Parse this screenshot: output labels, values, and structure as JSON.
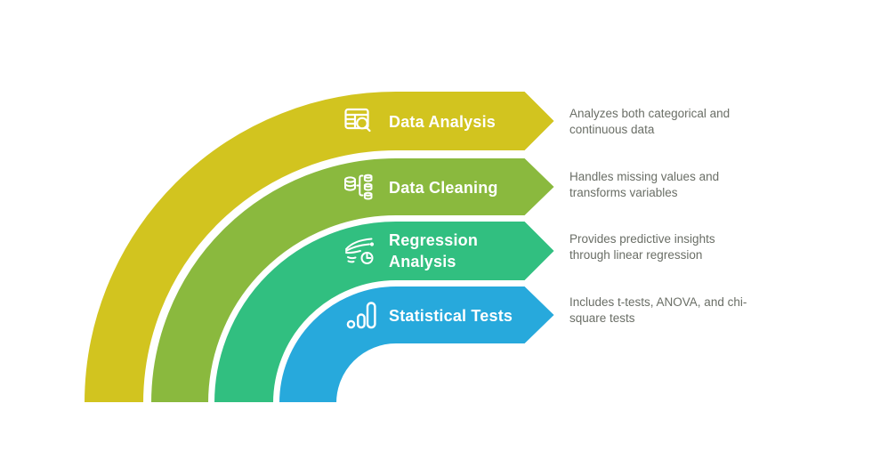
{
  "diagram": {
    "type": "curved-process-arcs",
    "steps": [
      {
        "label": "Data Analysis",
        "description": "Analyzes both categorical and continuous data",
        "color": "#d2c41f",
        "icon": "table-search-icon"
      },
      {
        "label": "Data Cleaning",
        "description": "Handles missing values and transforms variables",
        "color": "#8ab93e",
        "icon": "data-transform-icon"
      },
      {
        "label": "Regression Analysis",
        "description": "Provides predictive insights through linear regression",
        "color": "#31bf80",
        "icon": "regression-curves-icon"
      },
      {
        "label": "Statistical Tests",
        "description": "Includes t-tests, ANOVA, and chi-square tests",
        "color": "#27a9dc",
        "icon": "bar-chart-icon"
      }
    ],
    "colors": {
      "background": "#ffffff",
      "label_text": "#ffffff",
      "description_text": "#6a6e66",
      "band_outline": "#ffffff"
    }
  }
}
